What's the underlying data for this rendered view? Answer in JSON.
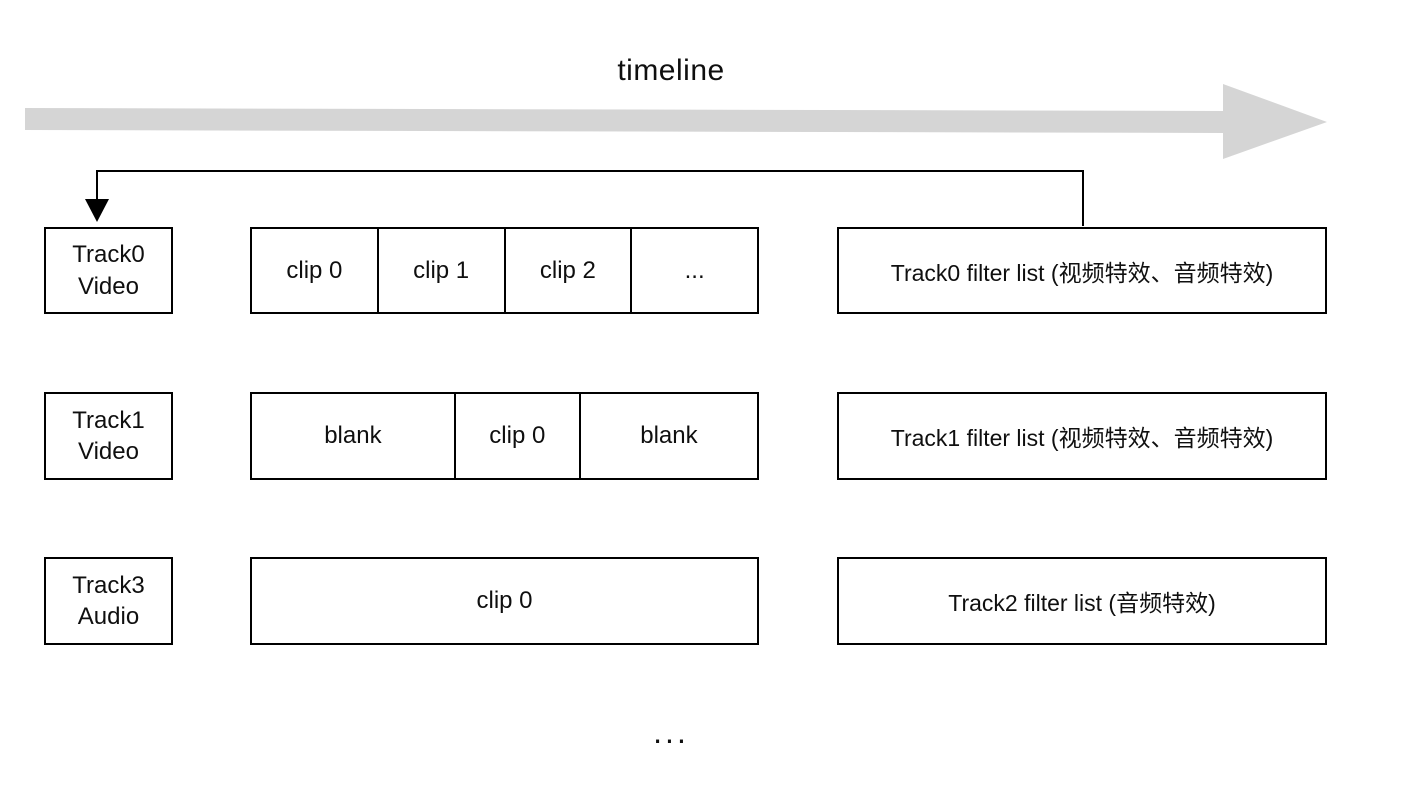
{
  "title": "timeline",
  "bottom_ellipsis": "...",
  "colors": {
    "background": "#ffffff",
    "arrow_gray": "#d5d5d5",
    "line_black": "#000000",
    "text": "#0f0f0f"
  },
  "rows": [
    {
      "track_line1": "Track0",
      "track_line2": "Video",
      "clips": [
        "clip 0",
        "clip 1",
        "clip 2",
        "..."
      ],
      "filter": "Track0 filter list (视频特效、音频特效)"
    },
    {
      "track_line1": "Track1",
      "track_line2": "Video",
      "clips": [
        "blank",
        "clip 0",
        "blank"
      ],
      "filter": "Track1 filter list (视频特效、音频特效)"
    },
    {
      "track_line1": "Track3",
      "track_line2": "Audio",
      "clips": [
        "clip 0"
      ],
      "filter": "Track2 filter list (音频特效)"
    }
  ]
}
